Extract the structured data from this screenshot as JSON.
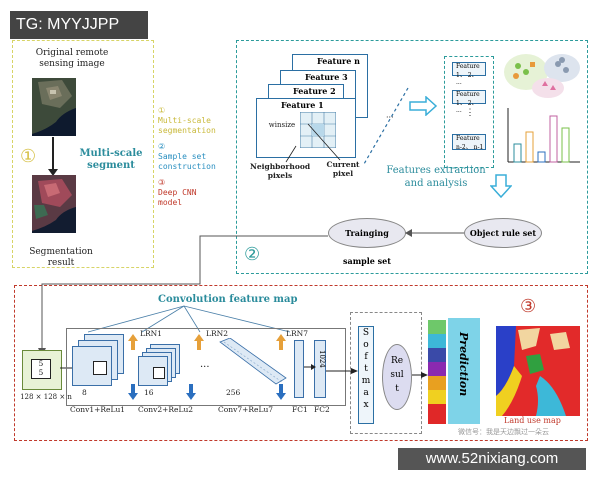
{
  "watermark_top": "TG: MYYJJPP",
  "watermark_bottom": "www.52nixiang.com",
  "watermark_small": "微信号：我是天边飘过一朵云",
  "panel1": {
    "orig_label_1": "Original remote",
    "orig_label_2": "sensing image",
    "multiscale_1": "Multi-scale",
    "multiscale_2": "segment",
    "seg_label_1": "Segmentation",
    "seg_label_2": "result",
    "circled": "①"
  },
  "legend": {
    "step1_num": "①",
    "step1_line1": "Multi-scale",
    "step1_line2": "segmentation",
    "step2_num": "②",
    "step2_line1": "Sample set",
    "step2_line2": "construction",
    "step3_num": "③",
    "step3_line1": "Deep CNN",
    "step3_line2": "model"
  },
  "panel2": {
    "features": [
      "Feature n",
      "Feature 3",
      "Feature 2",
      "Feature 1"
    ],
    "winsize": "winsize",
    "neighborhood_1": "Neighborhood",
    "neighborhood_2": "pixels",
    "current_1": "Current",
    "current_2": "pixel",
    "extraction_1": "Features extraction",
    "extraction_2": "and analysis",
    "training": "Trainging sample set",
    "object_rule": "Object rule set",
    "circled": "②",
    "mini_cards": [
      "Feature 1、 2、 ...",
      "Feature 1、 2、 ...",
      "Feature n-2、 n-1"
    ]
  },
  "panel3": {
    "conv_title": "Convolution feature map",
    "input_size_a": "5",
    "input_size_b": "5",
    "input_dims": "128 × 128 × n",
    "layers": [
      {
        "name": "Conv1+ReLu1",
        "depth": "8",
        "lrn": "LRN1"
      },
      {
        "name": "Conv2+ReLu2",
        "depth": "16",
        "lrn": "LRN2"
      },
      {
        "name": "Conv7+ReLu7",
        "depth": "256",
        "lrn": "LRN7"
      }
    ],
    "dots": "···",
    "fc1": "FC1",
    "fc2": "FC2",
    "fc_size": "1024",
    "softmax_letters": [
      "S",
      "o",
      "f",
      "t",
      "m",
      "a",
      "x"
    ],
    "result_letters": [
      "Re",
      "sul",
      "t"
    ],
    "prediction": "Prediction",
    "land_use": "Land use map",
    "circled": "③"
  },
  "colors": {
    "yellow_border": "#d7d466",
    "teal_border": "#2c9b9b",
    "red_border": "#c0392b",
    "teal_text": "#2b8c9c",
    "legend_yellow": "#c9b93a",
    "legend_blue": "#2a8fc0",
    "legend_red": "#c0392b",
    "arrow_orange": "#e6a03a",
    "arrow_blue": "#2b6fbf"
  }
}
